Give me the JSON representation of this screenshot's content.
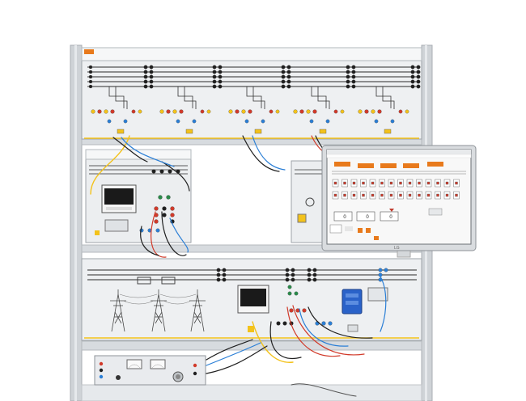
{
  "scene": {
    "description_tag": "electrical-training-rack-photo"
  },
  "meter_top": {
    "display_lines": [
      "",
      "",
      ""
    ]
  },
  "meter_bottom": {
    "display_lines": [
      "",
      "",
      ""
    ]
  },
  "monitor": {
    "brand": "LG",
    "value_boxes": [
      "0",
      "0",
      "0"
    ]
  },
  "colors": {
    "frame": "#c9ced3",
    "panel": "#eef0f2",
    "orange_accent": "#e87a1c",
    "socket_yellow": "#f3c21b",
    "socket_red": "#d13a2a",
    "socket_blue": "#2b7fd6",
    "socket_black": "#1f1f1f",
    "module_blue": "#2a62c9"
  }
}
